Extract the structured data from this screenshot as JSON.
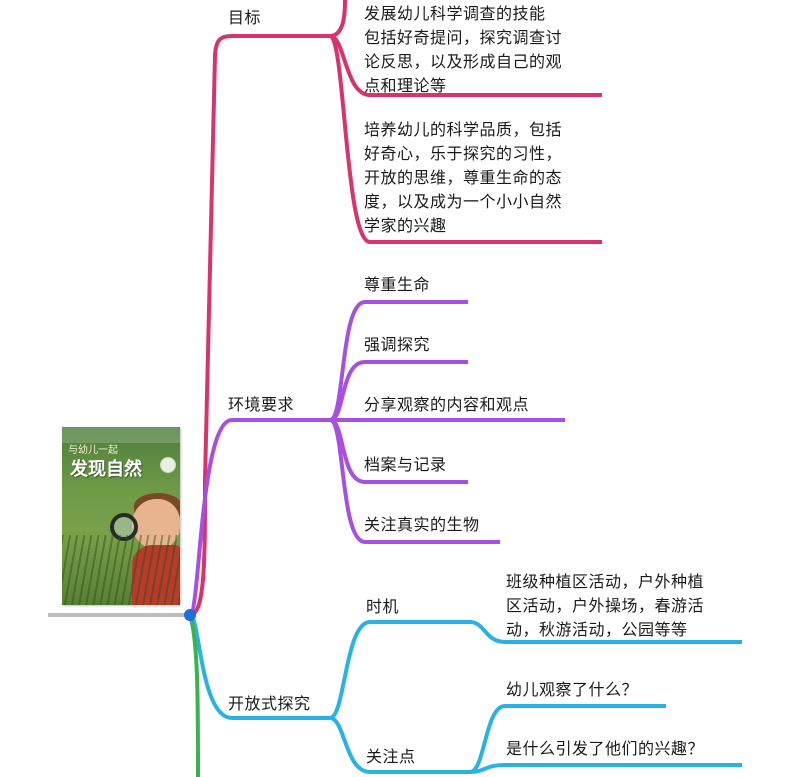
{
  "root": {
    "book": {
      "subtitle": "与幼儿一起",
      "title": "发现自然"
    }
  },
  "branches": {
    "goals": {
      "label": "目标",
      "color": "#d9336b",
      "children": [
        {
          "lines": [
            "发展幼儿科学调查的技能",
            "包括好奇提问，探究调查讨",
            "论反思，以及形成自己的观",
            "点和理论等"
          ]
        },
        {
          "lines": [
            "培养幼儿的科学品质，包括",
            "好奇心，乐于探究的习性，",
            "开放的思维，尊重生命的态",
            "度，以及成为一个小小自然",
            "学家的兴趣"
          ]
        }
      ]
    },
    "environment": {
      "label": "环境要求",
      "color": "#a64fe0",
      "children": [
        "尊重生命",
        "强调探究",
        "分享观察的内容和观点",
        "档案与记录",
        "关注真实的生物"
      ]
    },
    "open_inquiry": {
      "label": "开放式探究",
      "color": "#2ab2e6",
      "children": [
        {
          "label": "时机",
          "detail": [
            "班级种植区活动，户外种植",
            "区活动，户外操场，春游活",
            "动，秋游活动，公园等等"
          ]
        },
        {
          "label": "关注点",
          "items": [
            "幼儿观察了什么？",
            "是什么引发了他们的兴趣？"
          ]
        }
      ]
    },
    "fourth": {
      "color": "#3cb34a"
    }
  },
  "hub_color": "#1e6fd9",
  "root_line_color": "#bdbdbd"
}
